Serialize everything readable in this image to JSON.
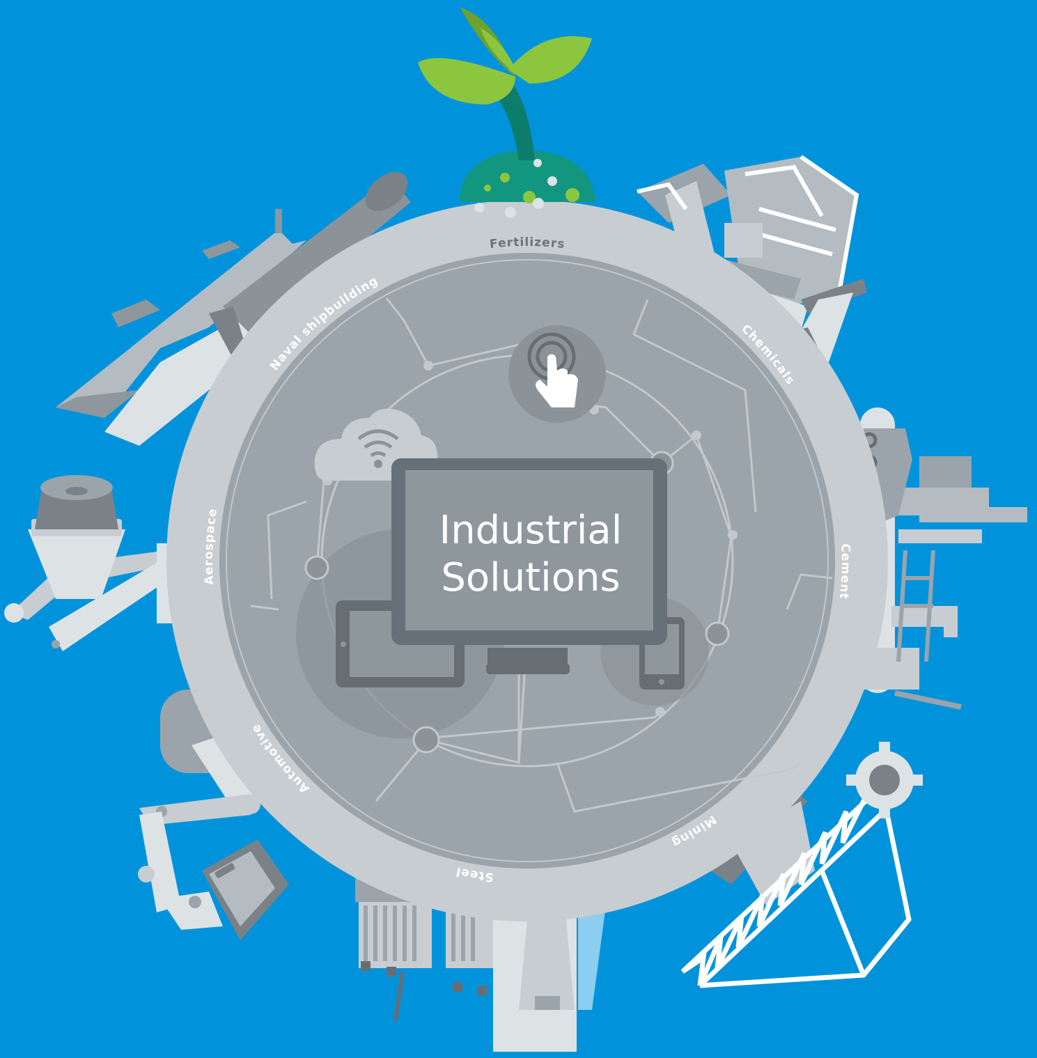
{
  "center": {
    "line1": "Industrial",
    "line2": "Solutions"
  },
  "segments": [
    {
      "id": "fertilizers",
      "label": "Fertilizers"
    },
    {
      "id": "chemicals",
      "label": "Chemicals"
    },
    {
      "id": "cement",
      "label": "Cement"
    },
    {
      "id": "mining",
      "label": "Mining"
    },
    {
      "id": "steel",
      "label": "Steel"
    },
    {
      "id": "automotive",
      "label": "Automotive"
    },
    {
      "id": "aerospace",
      "label": "Aerospace"
    },
    {
      "id": "naval",
      "label": "Naval shipbuilding"
    }
  ],
  "colors": {
    "background": "#0093dc",
    "globe_outer": "#c8cdd1",
    "globe_inner": "#9aa4aa",
    "globe_core": "#8b9399",
    "monitor": "#667078",
    "monitor_screen": "#8e979c",
    "sprout_leaf": "#8cc63f",
    "sprout_leaf_dark": "#6ea12e",
    "sprout_soil": "#129680"
  }
}
